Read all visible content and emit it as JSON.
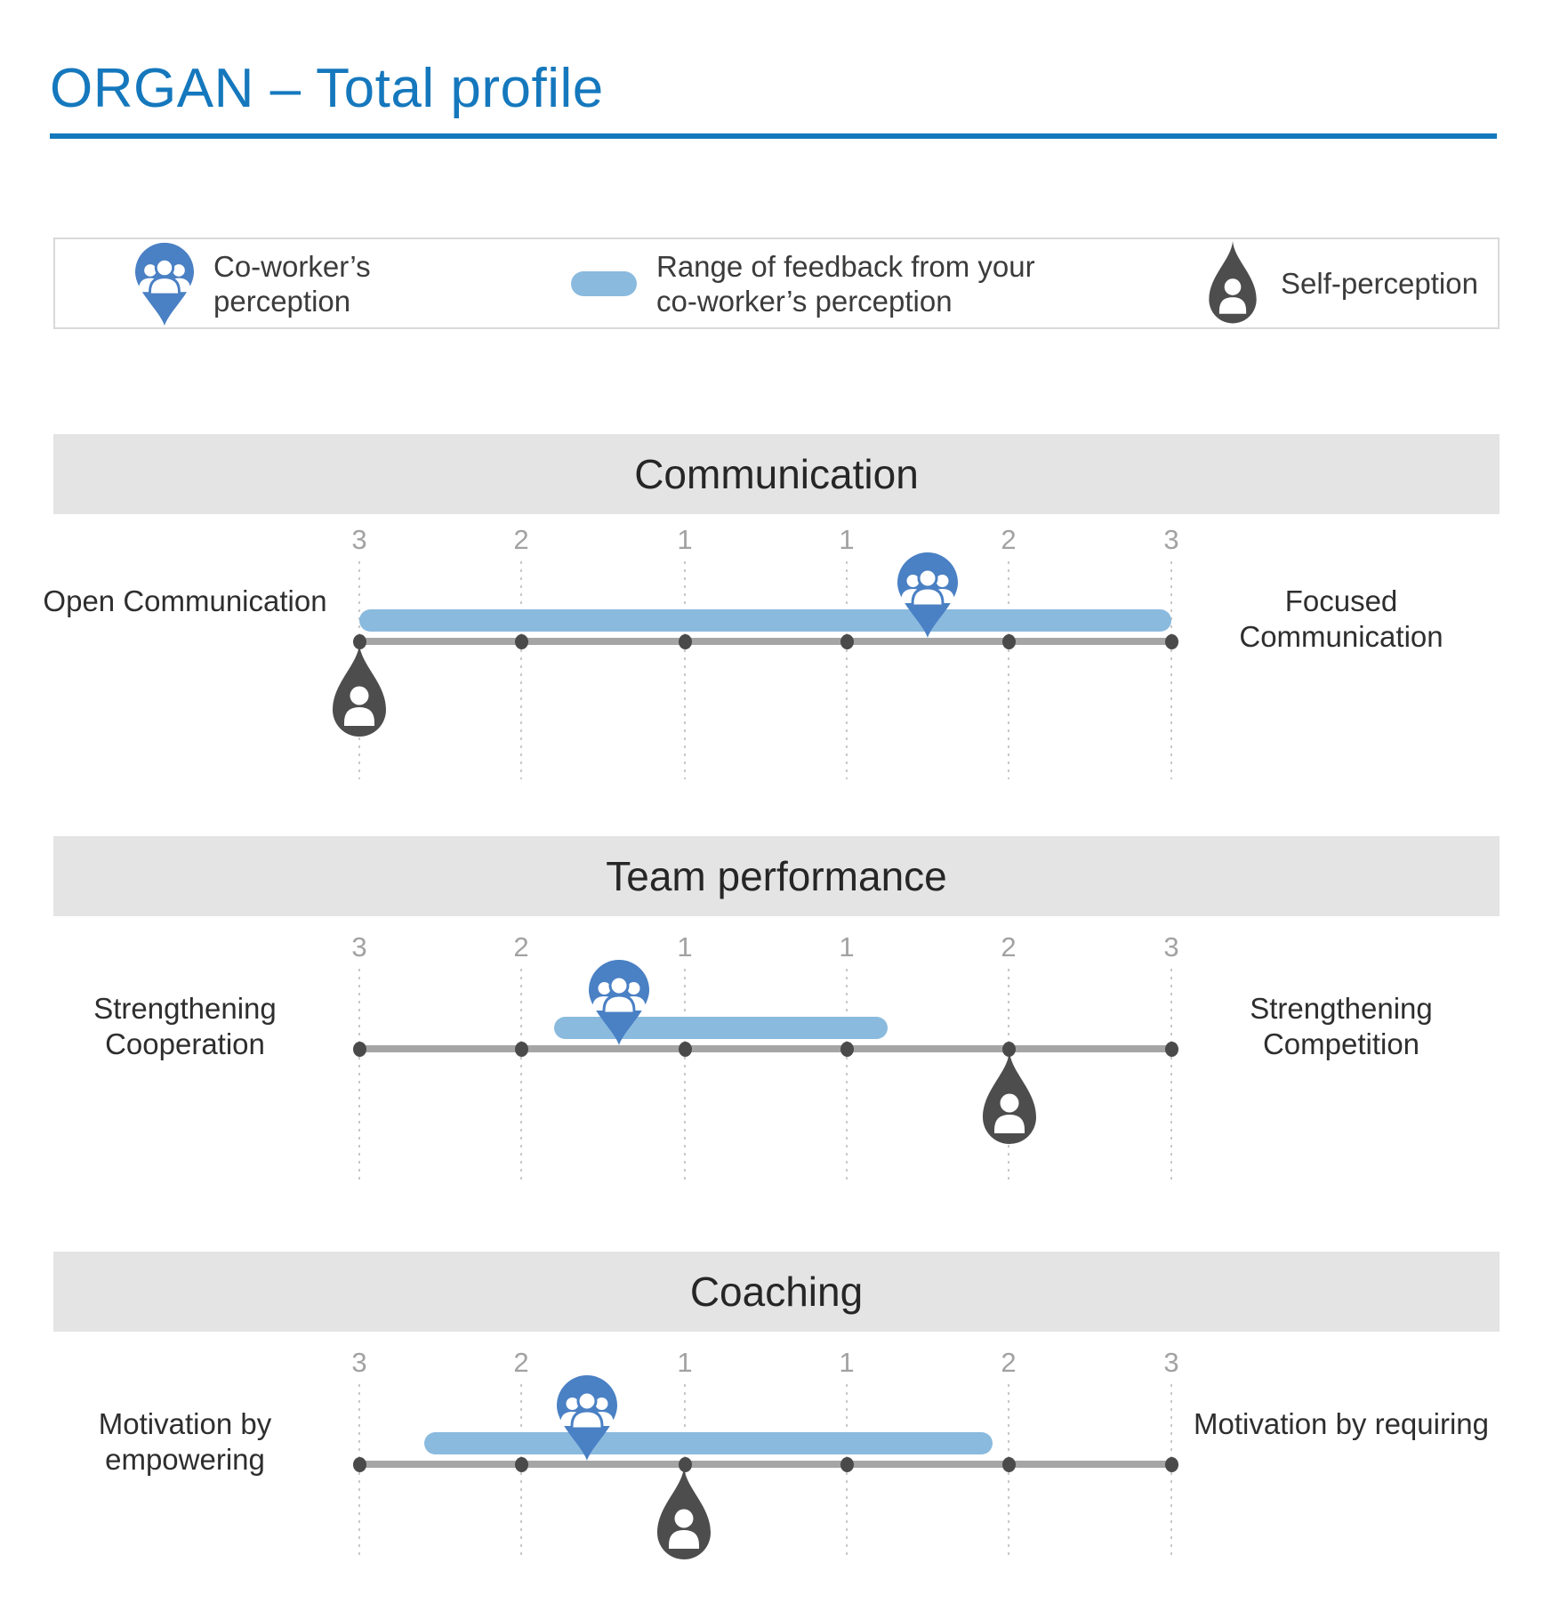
{
  "title": "ORGAN – Total profile",
  "legend": {
    "coworker_label": "Co-worker’s perception",
    "range_label": "Range of feedback from your co-worker’s perception",
    "self_label": "Self-perception"
  },
  "colors": {
    "accent_blue": "#1578bd",
    "pin_blue": "#4a80c4",
    "range_blue": "#8abade",
    "track_gray": "#a5a5a5",
    "dot_gray": "#4a4a4a",
    "drop_gray": "#4d4d4d",
    "band_gray": "#e4e4e4",
    "tick_gray": "#a2a2a2"
  },
  "chart_data": {
    "type": "bipolar-range",
    "axis": {
      "tick_labels": [
        "3",
        "2",
        "1",
        "1",
        "2",
        "3"
      ],
      "convention": "negative = left pole, positive = right pole, magnitude = scale tick value"
    },
    "sections": [
      {
        "title": "Communication",
        "left_pole": "Open Communication",
        "right_pole": "Focused Communication",
        "range_from": -3,
        "range_to": 3,
        "coworker": 1.5,
        "self": -3
      },
      {
        "title": "Team performance",
        "left_pole": "Strengthening Cooperation",
        "right_pole": "Strengthening Competition",
        "range_from": -1.8,
        "range_to": 1.25,
        "coworker": -1.4,
        "self": 2
      },
      {
        "title": "Coaching",
        "left_pole": "Motivation by empowering",
        "right_pole": "Motivation by requiring",
        "range_from": -2.6,
        "range_to": 1.9,
        "coworker": -1.6,
        "self": -1
      }
    ]
  }
}
